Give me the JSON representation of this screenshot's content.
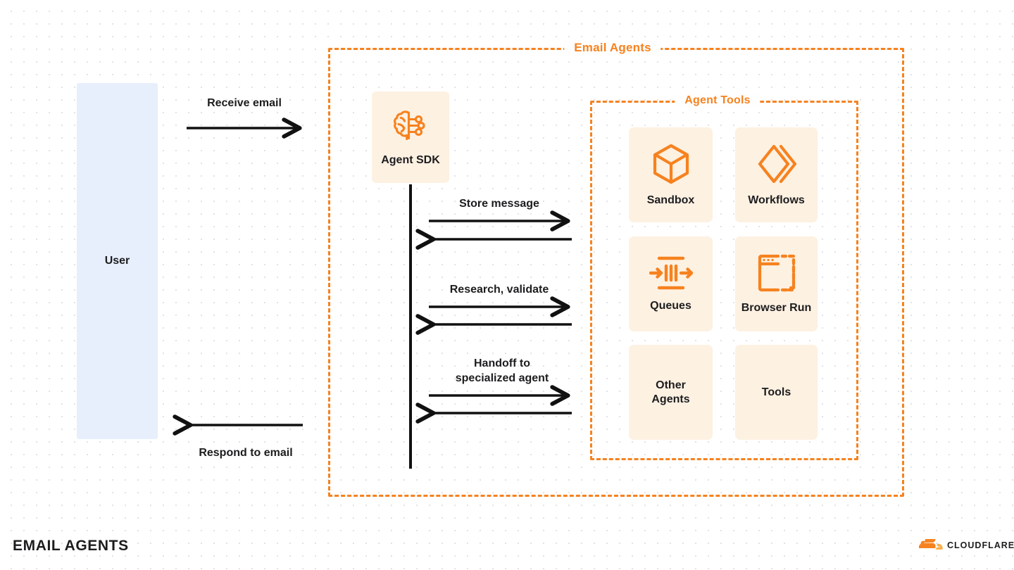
{
  "caption": "EMAIL AGENTS",
  "colors": {
    "accent_orange": "#f6821f",
    "card_fill": "#fdf1e2",
    "user_fill": "#e7effc",
    "text_dark": "#1d1d1f",
    "dot_grid": "#e3e3e6"
  },
  "groups": {
    "outer": {
      "title": "Email Agents"
    },
    "inner": {
      "title": "Agent Tools"
    }
  },
  "actors": {
    "user": {
      "label": "User"
    },
    "agent_sdk": {
      "label": "Agent SDK",
      "icon": "brain-circuit-icon"
    }
  },
  "tools": [
    {
      "label": "Sandbox",
      "icon": "cube-icon"
    },
    {
      "label": "Workflows",
      "icon": "workflows-diamond-icon"
    },
    {
      "label": "Queues",
      "icon": "queues-icon"
    },
    {
      "label": "Browser Run",
      "icon": "browser-window-icon"
    },
    {
      "label": "Other\nAgents",
      "icon": "none"
    },
    {
      "label": "Tools",
      "icon": "none"
    }
  ],
  "flows": [
    {
      "label": "Receive email",
      "direction": "right"
    },
    {
      "label": "Respond to email",
      "direction": "left"
    },
    {
      "label": "Store message",
      "direction": "bidirectional"
    },
    {
      "label": "Research, validate",
      "direction": "bidirectional"
    },
    {
      "label": "Handoff to\nspecialized agent",
      "direction": "bidirectional"
    }
  ],
  "brand": {
    "name": "CLOUDFLARE",
    "icon": "cloudflare-cloud-icon"
  }
}
